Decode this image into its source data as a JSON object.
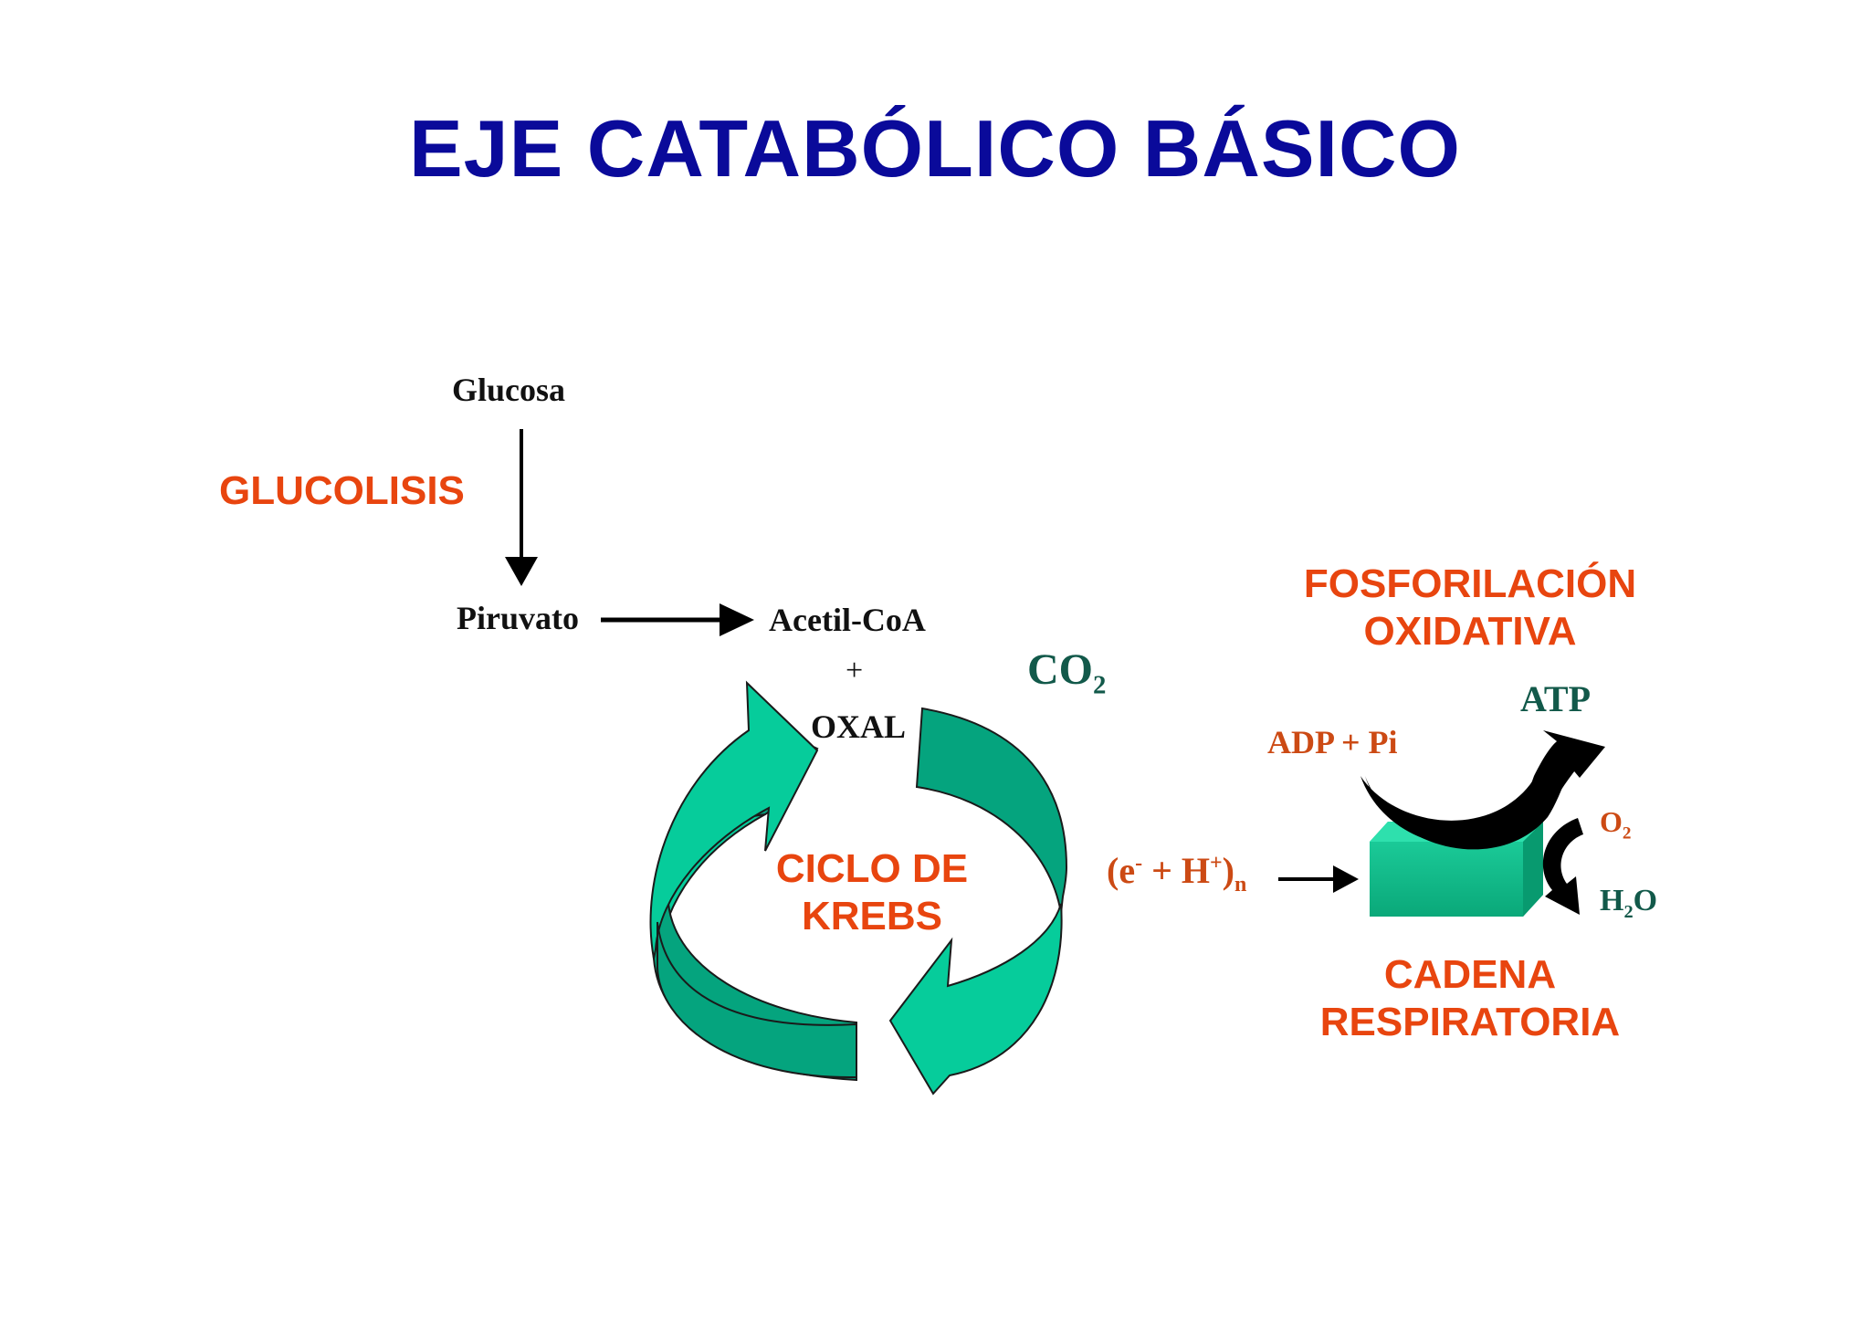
{
  "title": "EJE CATABÓLICO BÁSICO",
  "nodes": {
    "glucosa": "Glucosa",
    "piruvato": "Piruvato",
    "acetil_coa": "Acetil-CoA",
    "plus": "+",
    "oxal": "OXAL",
    "co2": {
      "base": "CO",
      "sub": "2"
    },
    "electrons": {
      "e": "(e",
      "e_sup": "-",
      "mid": " + H",
      "h_sup": "+",
      "close": ")",
      "sub": "n"
    },
    "adp_pi": "ADP + Pi",
    "atp": "ATP",
    "o2": {
      "base": "O",
      "sub": "2"
    },
    "h2o": {
      "h": "H",
      "sub": "2",
      "o": "O"
    }
  },
  "processes": {
    "glucolisis": "GLUCOLISIS",
    "krebs": [
      "CICLO DE",
      "KREBS"
    ],
    "fosforilacion": [
      "FOSFORILACIÓN",
      "OXIDATIVA"
    ],
    "cadena": [
      "CADENA",
      "RESPIRATORIA"
    ]
  },
  "colors": {
    "title": "#0a0a9a",
    "process_label": "#e8450f",
    "cycle_light": "#06cc9b",
    "cycle_dark": "#05a47e",
    "box": "#0dbf8c",
    "arrow": "#000000"
  }
}
